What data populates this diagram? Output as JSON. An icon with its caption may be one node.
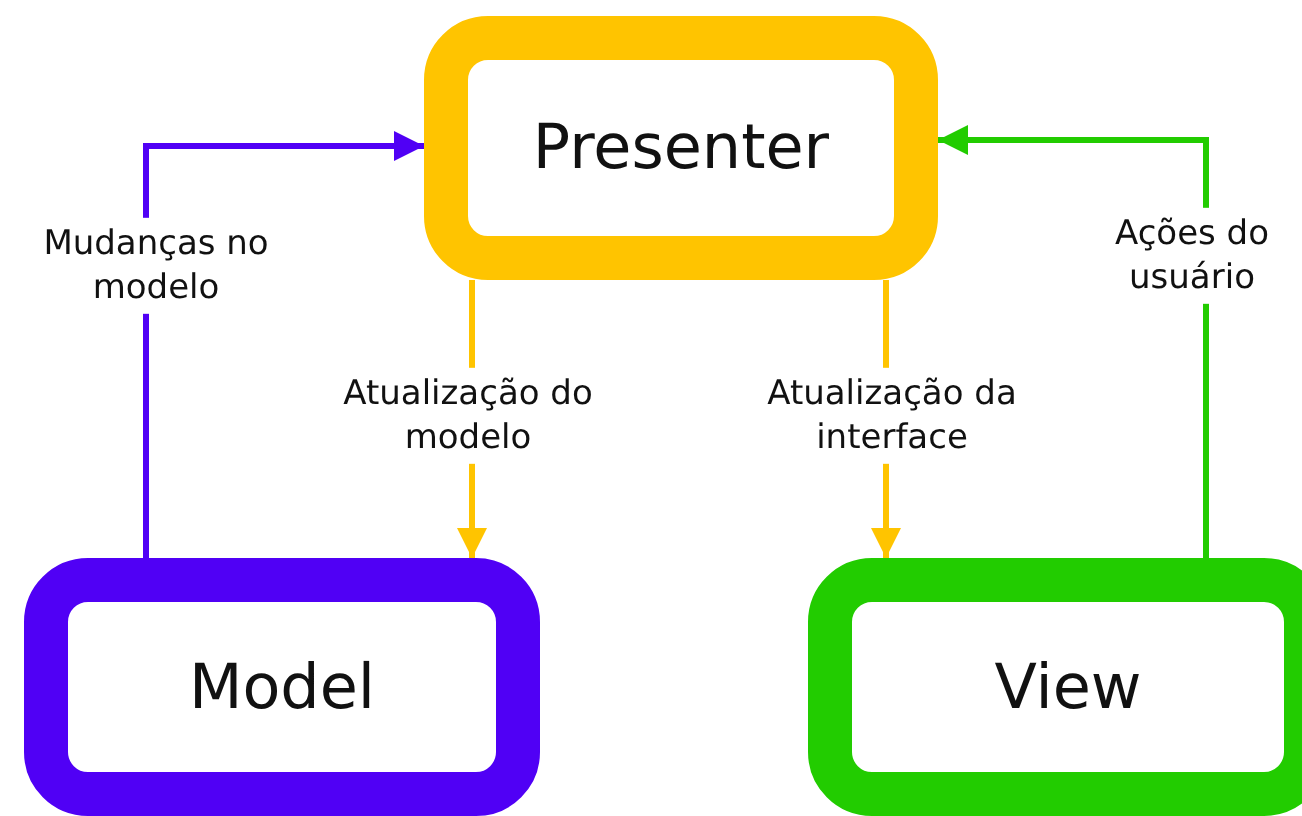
{
  "diagram": {
    "nodes": [
      {
        "text": [
          "Presenter"
        ]
      },
      {
        "text": [
          "Model"
        ]
      },
      {
        "text": [
          "View"
        ]
      }
    ],
    "edges": [
      {
        "from": 1,
        "to": 0,
        "arrow": "to",
        "label": "Mudanças no modelo",
        "color": "#5000f5"
      },
      {
        "from": 0,
        "to": 1,
        "arrow": "to",
        "label": "Atualização do modelo"
      },
      {
        "from": 0,
        "to": 2,
        "arrow": "to",
        "label": "Atualização da interface"
      },
      {
        "from": 2,
        "to": 0,
        "arrow": "to",
        "label": "Ações do usuário",
        "color": "#22cc00"
      }
    ]
  }
}
